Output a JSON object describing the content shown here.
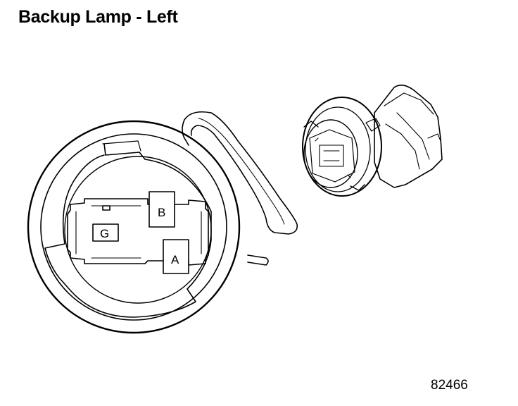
{
  "title": "Backup Lamp - Left",
  "figure_number": "82466",
  "connector_pins": {
    "a": "A",
    "b": "B",
    "g": "G"
  },
  "colors": {
    "line": "#000000",
    "background": "#ffffff"
  }
}
